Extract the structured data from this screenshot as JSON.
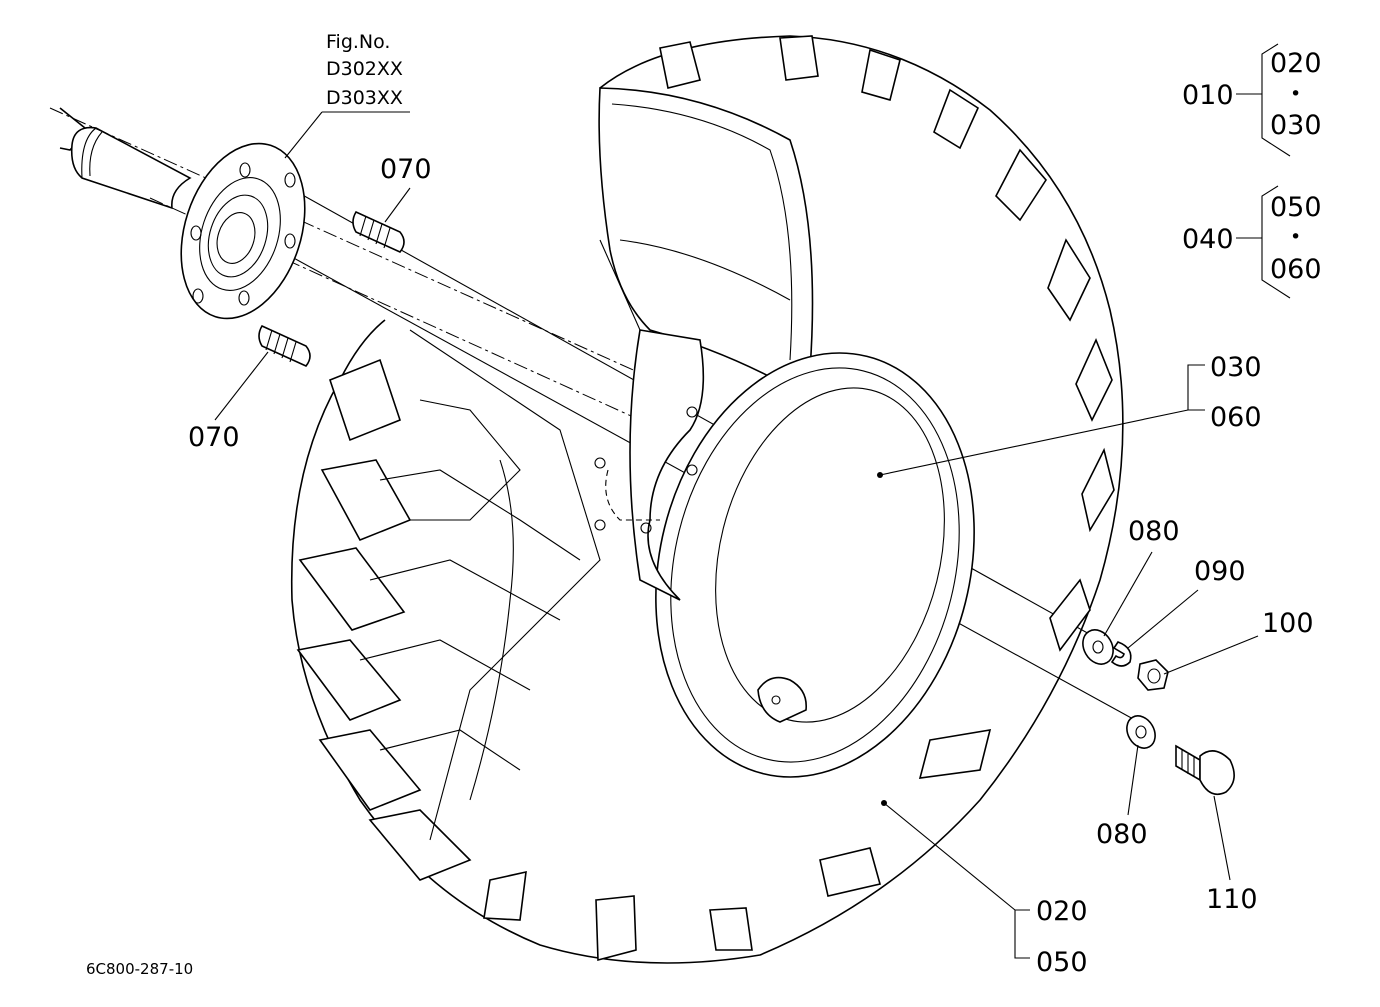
{
  "figure_ref": {
    "heading": "Fig.No.",
    "codes": [
      "D302XX",
      "D303XX"
    ]
  },
  "drawing_number": "6C800-287-10",
  "legend_groups": [
    {
      "code": "010",
      "items": [
        "020",
        "030"
      ],
      "separator": "•"
    },
    {
      "code": "040",
      "items": [
        "050",
        "060"
      ],
      "separator": "•"
    }
  ],
  "callouts": {
    "stud_upper": "070",
    "stud_lower": "070",
    "rim_a": "030",
    "rim_b": "060",
    "tire_a": "020",
    "tire_b": "050",
    "washer_upper": "080",
    "lock_washer": "090",
    "nut": "100",
    "washer_lower": "080",
    "valve": "110"
  }
}
